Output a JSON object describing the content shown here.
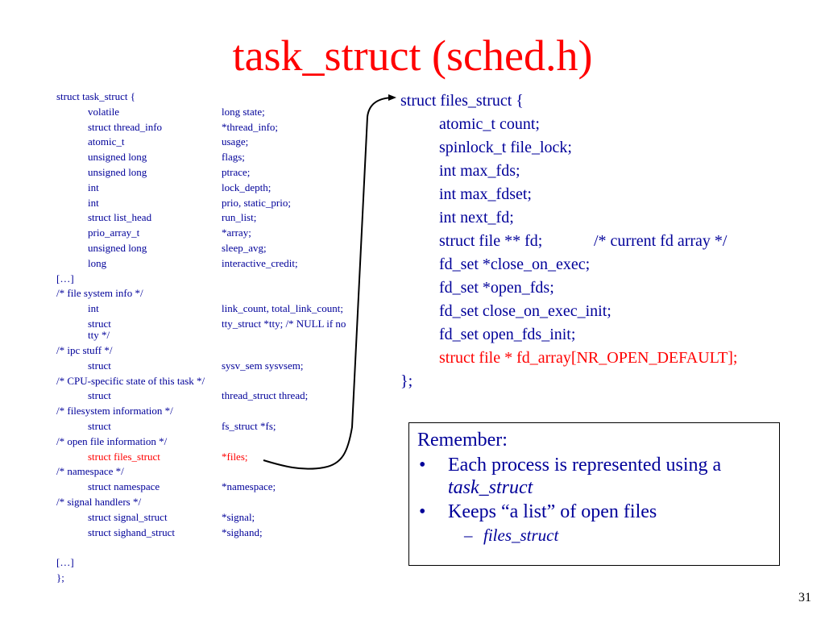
{
  "title": "task_struct (sched.h)",
  "task_struct": {
    "open": "struct task_struct {",
    "rows": [
      {
        "type": "volatile",
        "field": "long state;"
      },
      {
        "type": "struct thread_info",
        "field": "*thread_info;"
      },
      {
        "type": "atomic_t",
        "field": "usage;"
      },
      {
        "type": "unsigned long",
        "field": "flags;"
      },
      {
        "type": "unsigned long",
        "field": "ptrace;"
      },
      {
        "type": "int",
        "field": "lock_depth;"
      },
      {
        "type": "int",
        "field": "prio, static_prio;"
      },
      {
        "type": "struct list_head",
        "field": "run_list;"
      },
      {
        "type": "prio_array_t",
        "field": "*array;"
      },
      {
        "type": "unsigned long",
        "field": "sleep_avg;"
      },
      {
        "type": "long",
        "field": "interactive_credit;"
      }
    ],
    "ellipsis1": "[…]",
    "fs_comment": "/* file system info */",
    "fs_int_type": "int",
    "fs_int_field": "link_count, total_link_count;",
    "tty_type": "struct",
    "tty_field": "tty_struct *tty; /* NULL if no",
    "tty_wrap": "tty */",
    "ipc_comment": "/* ipc stuff */",
    "ipc_type": "struct",
    "ipc_field": "sysv_sem sysvsem;",
    "cpu_comment": "/* CPU-specific state of this task */",
    "cpu_type": "struct",
    "cpu_field": "thread_struct thread;",
    "fsinfo_comment": "/* filesystem information */",
    "fsinfo_type": "struct",
    "fsinfo_field": "fs_struct *fs;",
    "files_comment": "/* open file information */",
    "files_type": "struct files_struct",
    "files_field": "*files;",
    "ns_comment": "/* namespace */",
    "ns_type": "struct namespace",
    "ns_field": "*namespace;",
    "sig_comment": "/* signal handlers */",
    "sig_type": "struct signal_struct",
    "sig_field": "*signal;",
    "sighand_type": "struct sighand_struct",
    "sighand_field": "*sighand;",
    "ellipsis2": "[…]",
    "close": "};"
  },
  "files_struct": {
    "open": "struct files_struct {",
    "count": "atomic_t count;",
    "file_lock": "spinlock_t file_lock;",
    "max_fds": "int max_fds;",
    "max_fdset": "int max_fdset;",
    "next_fd": "int next_fd;",
    "fd": "struct file ** fd;",
    "fd_comment": "/* current fd array */",
    "close_on_exec": "fd_set *close_on_exec;",
    "open_fds": "fd_set *open_fds;",
    "close_on_exec_init": "fd_set close_on_exec_init;",
    "open_fds_init": "fd_set open_fds_init;",
    "fd_array": "struct file * fd_array[NR_OPEN_DEFAULT];",
    "close": "};"
  },
  "remember": {
    "heading": "Remember:",
    "bullet1_text": "Each process is represented using a",
    "bullet1_italic": "task_struct",
    "bullet2_text": "Keeps “a list” of open files",
    "sub_item": "files_struct",
    "bullet_glyph": "•",
    "dash_glyph": "–"
  },
  "page_number": "31",
  "colors": {
    "title": "#ff0000",
    "code": "#000099",
    "highlight": "#ff0000",
    "arrow": "#000000"
  }
}
